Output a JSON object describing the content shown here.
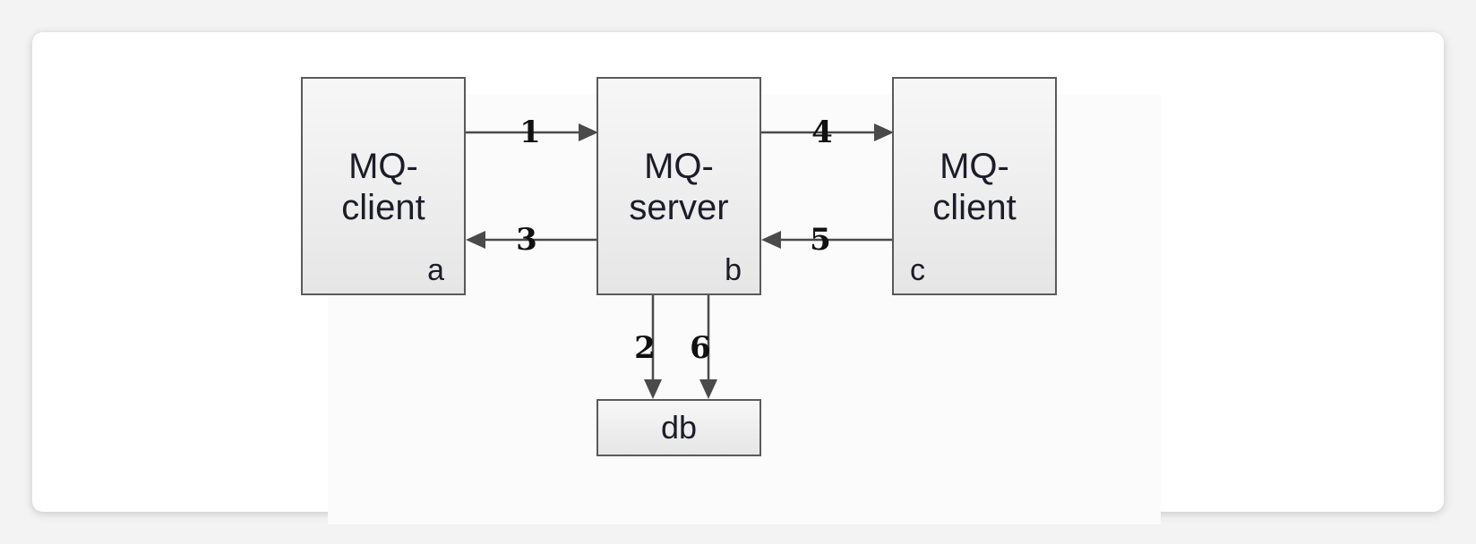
{
  "nodes": {
    "client_a": {
      "title_line1": "MQ-",
      "title_line2": "client",
      "tag": "a"
    },
    "server_b": {
      "title_line1": "MQ-",
      "title_line2": "server",
      "tag": "b"
    },
    "client_c": {
      "title_line1": "MQ-",
      "title_line2": "client",
      "tag": "c"
    },
    "db": {
      "title": "db"
    }
  },
  "edges": [
    {
      "label": "1",
      "from": "client_a",
      "to": "server_b"
    },
    {
      "label": "3",
      "from": "server_b",
      "to": "client_a"
    },
    {
      "label": "4",
      "from": "server_b",
      "to": "client_c"
    },
    {
      "label": "5",
      "from": "client_c",
      "to": "server_b"
    },
    {
      "label": "2",
      "from": "server_b",
      "to": "db"
    },
    {
      "label": "6",
      "from": "server_b",
      "to": "db"
    }
  ],
  "colors": {
    "line": "#4a4a4a",
    "box_border": "#5a5a5a",
    "text": "#1c1c2a"
  }
}
